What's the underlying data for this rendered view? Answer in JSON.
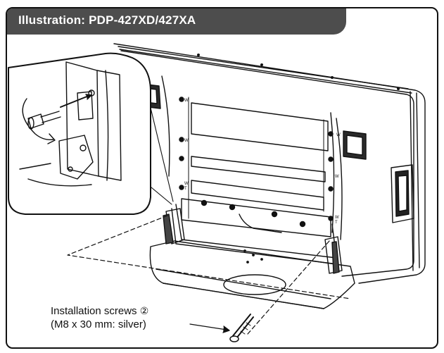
{
  "header": {
    "title": "Illustration: PDP-427XD/427XA"
  },
  "callout": {
    "line1": "Installation screws",
    "number": "②",
    "line2": "(M8 x 30 mm: silver)"
  },
  "panel_marks": {
    "w": "W",
    "t": "T"
  }
}
